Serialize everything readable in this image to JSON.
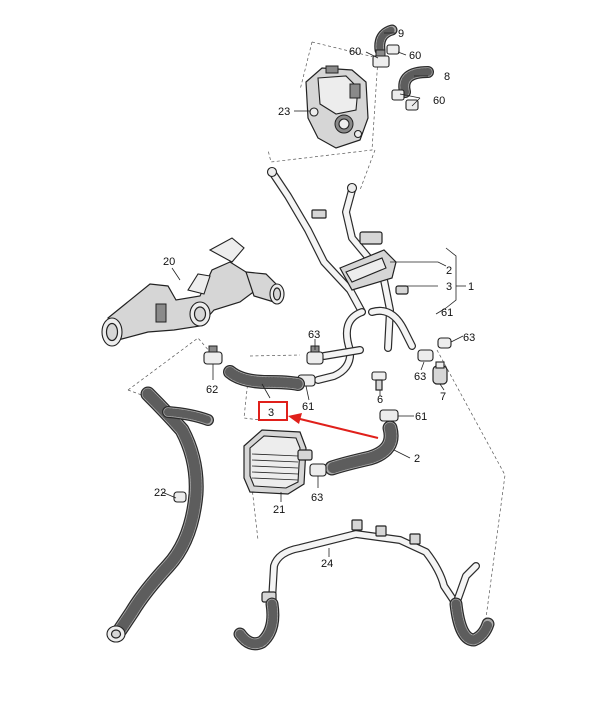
{
  "callouts": {
    "c9": "9",
    "c60a": "60",
    "c60b": "60",
    "c8": "8",
    "c60c": "60",
    "c23": "23",
    "c20": "20",
    "c2a": "2",
    "c3a": "3",
    "c1": "1",
    "c61a": "61",
    "c63a": "63",
    "c63b": "63",
    "c62": "62",
    "c61b": "61",
    "c6": "6",
    "c63c": "63",
    "c7": "7",
    "c3b": "3",
    "c61c": "61",
    "c2b": "2",
    "c22": "22",
    "c21": "21",
    "c63d": "63",
    "c24": "24"
  },
  "highlight": {
    "label": "3",
    "box_color": "#e0201b",
    "arrow_color": "#e0201b"
  }
}
